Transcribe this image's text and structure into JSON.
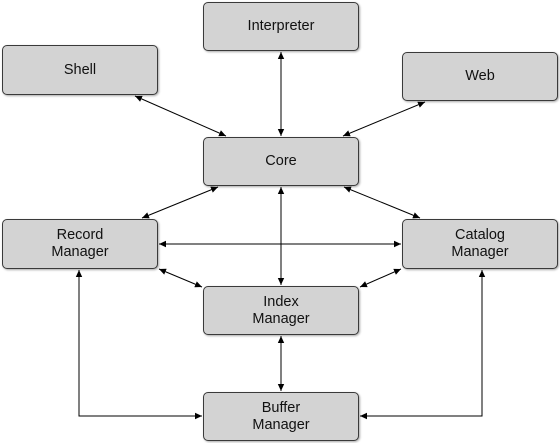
{
  "diagram": {
    "nodes": [
      {
        "id": "interpreter",
        "label": "Interpreter"
      },
      {
        "id": "shell",
        "label": "Shell"
      },
      {
        "id": "web",
        "label": "Web"
      },
      {
        "id": "core",
        "label": "Core"
      },
      {
        "id": "record",
        "label": "Record\nManager"
      },
      {
        "id": "catalog",
        "label": "Catalog\nManager"
      },
      {
        "id": "index",
        "label": "Index\nManager"
      },
      {
        "id": "buffer",
        "label": "Buffer\nManager"
      }
    ],
    "edges": [
      {
        "from": "interpreter",
        "to": "core",
        "direction": "both"
      },
      {
        "from": "shell",
        "to": "core",
        "direction": "both"
      },
      {
        "from": "web",
        "to": "core",
        "direction": "both"
      },
      {
        "from": "core",
        "to": "record",
        "direction": "both"
      },
      {
        "from": "core",
        "to": "catalog",
        "direction": "both"
      },
      {
        "from": "core",
        "to": "index",
        "direction": "both"
      },
      {
        "from": "record",
        "to": "catalog",
        "direction": "both"
      },
      {
        "from": "record",
        "to": "index",
        "direction": "both"
      },
      {
        "from": "catalog",
        "to": "index",
        "direction": "both"
      },
      {
        "from": "index",
        "to": "buffer",
        "direction": "both"
      },
      {
        "from": "record",
        "to": "buffer",
        "direction": "both"
      },
      {
        "from": "catalog",
        "to": "buffer",
        "direction": "both"
      }
    ],
    "colors": {
      "node_fill": "#d3d3d3",
      "node_border": "#3a3a3a",
      "edge": "#000000"
    }
  }
}
